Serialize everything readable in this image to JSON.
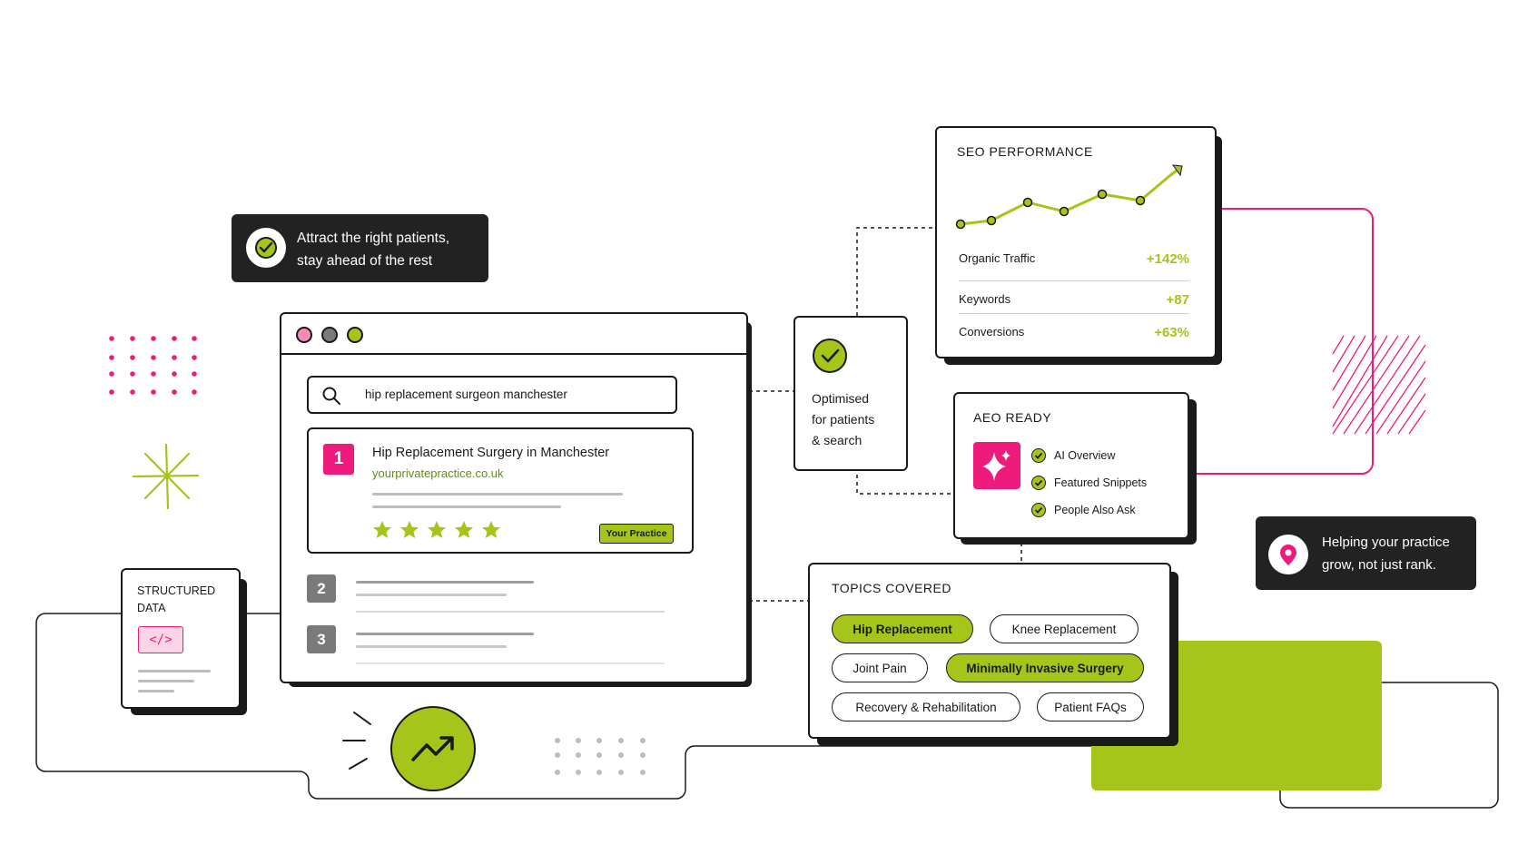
{
  "colors": {
    "accent_green": "#a6c51b",
    "accent_pink": "#ee1b7c",
    "dark": "#222222"
  },
  "callout_top": {
    "line1": "Attract the right patients,",
    "line2": "stay ahead of the rest",
    "icon": "check-circle-icon"
  },
  "callout_right": {
    "line1": "Helping your practice",
    "line2": "grow, not just rank.",
    "icon": "location-pin-icon"
  },
  "browser": {
    "search_query": "hip replacement surgeon manchester",
    "result1": {
      "rank": "1",
      "title": "Hip Replacement Surgery in Manchester",
      "url": "yourprivatepractice.co.uk",
      "stars": 5,
      "badge": "Your Practice"
    },
    "result2": {
      "rank": "2"
    },
    "result3": {
      "rank": "3"
    }
  },
  "optimised": {
    "line1": "Optimised",
    "line2": "for patients",
    "line3": "& search"
  },
  "seo": {
    "title": "SEO PERFORMANCE",
    "metrics": [
      {
        "label": "Organic Traffic",
        "value": "+142%"
      },
      {
        "label": "Keywords",
        "value": "+87"
      },
      {
        "label": "Conversions",
        "value": "+63%"
      }
    ]
  },
  "aeo": {
    "title": "AEO READY",
    "items": [
      "AI Overview",
      "Featured Snippets",
      "People Also Ask"
    ]
  },
  "topics": {
    "title": "TOPICS COVERED",
    "chips": [
      "Hip Replacement",
      "Knee Replacement",
      "Joint Pain",
      "Minimally Invasive Surgery",
      "Recovery & Rehabilitation",
      "Patient FAQs"
    ]
  },
  "structured": {
    "line1": "STRUCTURED",
    "line2": "DATA",
    "code_glyph": "</>"
  }
}
